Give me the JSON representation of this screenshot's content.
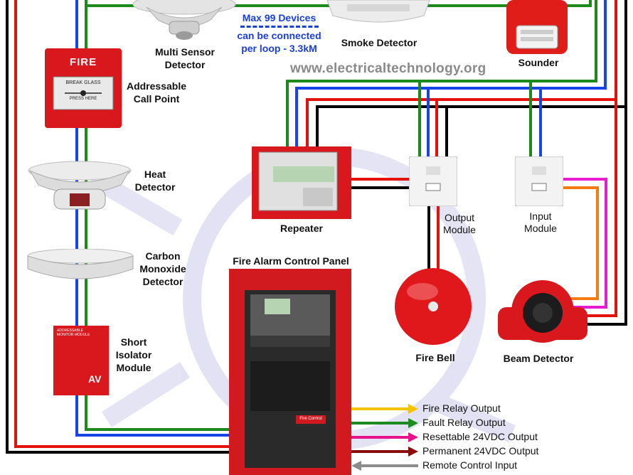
{
  "watermark": "www.electricaltechnology.org",
  "loop_note": {
    "line1": "Max 99 Devices",
    "line2": "can be connected",
    "line3": "per loop - 3.3kM"
  },
  "devices": {
    "multi_sensor": "Multi Sensor\nDetector",
    "smoke_detector": "Smoke Detector",
    "sounder": "Sounder",
    "call_point": "Addressable\nCall Point",
    "heat_detector": "Heat\nDetector",
    "co_detector": "Carbon\nMonoxide\nDetector",
    "short_isolator": "Short\nIsolator\nModule",
    "repeater": "Repeater",
    "output_module": "Output\nModule",
    "input_module": "Input\nModule",
    "fire_bell": "Fire Bell",
    "beam_detector": "Beam Detector",
    "control_panel": "Fire Alarm Control Panel"
  },
  "device_text": {
    "call_point_fire": "FIRE",
    "call_point_break": "BREAK GLASS",
    "call_point_press": "PRESS HERE",
    "isolator_title": "ADDRESSABLE\nMONITOR MODULE",
    "panel_badge": "Fire Control"
  },
  "outputs": [
    {
      "label": "Fire Relay Output",
      "color": "#f2c500"
    },
    {
      "label": "Fault Relay Output",
      "color": "#1e8a22"
    },
    {
      "label": "Resettable 24VDC Output",
      "color": "#e8138c"
    },
    {
      "label": "Permanent 24VDC Output",
      "color": "#8b0a0a"
    },
    {
      "label": "Remote Control Input",
      "color": "#8c8c8c"
    }
  ],
  "wire_colors": {
    "red": "#e3120b",
    "black": "#000000",
    "blue": "#1846e6",
    "green": "#1b8a1b",
    "orange": "#f47a12",
    "magenta": "#e81ccf"
  }
}
